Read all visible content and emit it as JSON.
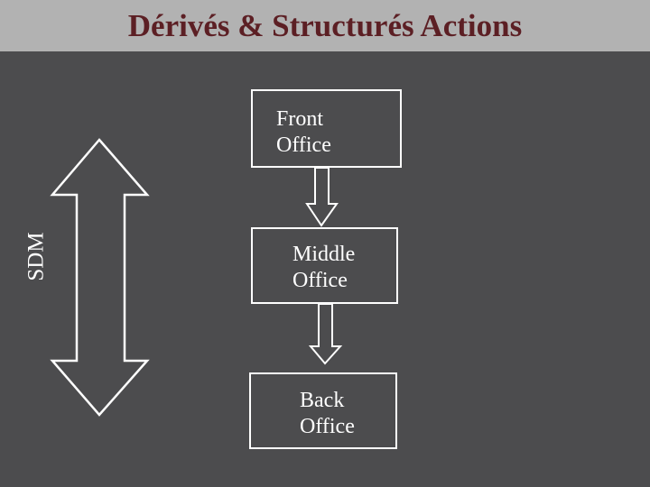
{
  "slide": {
    "title": "Dérivés & Structurés Actions",
    "side_label": "SDM",
    "diagram": {
      "boxes": [
        {
          "id": "front-office",
          "lines": [
            "Front",
            "Office"
          ]
        },
        {
          "id": "middle-office",
          "lines": [
            "Middle",
            "Office"
          ]
        },
        {
          "id": "back-office",
          "lines": [
            "Back",
            "Office"
          ]
        }
      ],
      "connectors": [
        "down-arrow",
        "down-arrow"
      ],
      "side_arrow": "double-vertical-arrow"
    },
    "colors": {
      "header_bg": "#b2b2b2",
      "body_bg": "#4c4c4e",
      "title_text": "#5c1f24",
      "outline": "#ffffff"
    }
  }
}
